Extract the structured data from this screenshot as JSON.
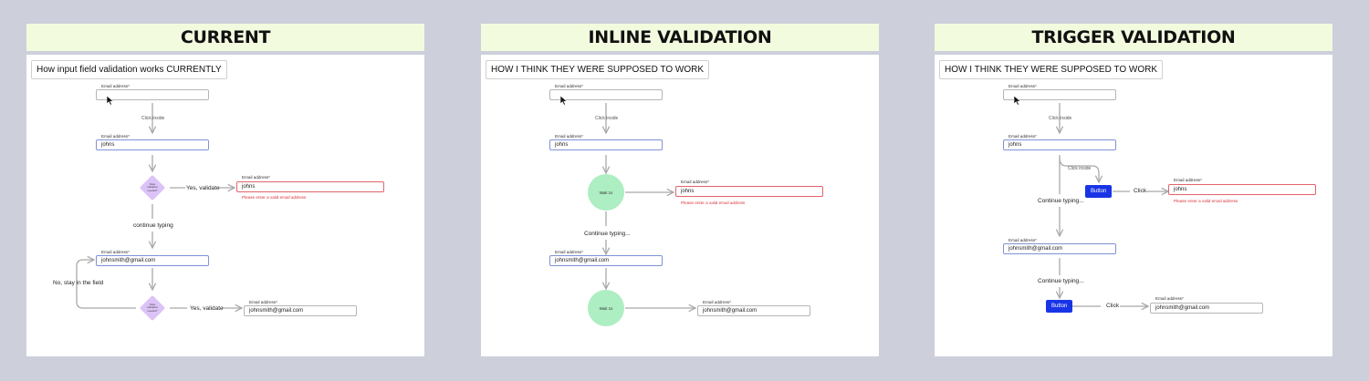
{
  "panels": {
    "current": {
      "heading": "CURRENT",
      "frame_title": "How input field validation works CURRENTLY",
      "field_label": "Email address*",
      "step1_value": "",
      "caption_click_inside": "Click inside",
      "step2_value": "johns",
      "diamond_text": "Data\nvalidation\nneeded?",
      "caption_yes_1": "Yes, validate",
      "error_value": "johns",
      "error_message": "Please enter a valid email address",
      "caption_continue": "continue typing",
      "step3_value": "johnsmith@gmail.com",
      "caption_no_stay": "No, stay in the field",
      "caption_yes_2": "Yes, validate",
      "final_value": "johnsmith@gmail.com"
    },
    "inline": {
      "heading": "INLINE VALIDATION",
      "frame_title": "HOW I THINK THEY WERE SUPPOSED TO WORK",
      "field_label": "Email address*",
      "step1_value": "",
      "caption_click_inside": "Click inside",
      "step2_value": "johns",
      "wait_label": "Wait 1s",
      "error_value": "johns",
      "error_message": "Please enter a valid email address",
      "caption_continue": "Continue typing...",
      "step3_value": "johnsmith@gmail.com",
      "final_value": "johnsmith@gmail.com"
    },
    "trigger": {
      "heading": "TRIGGER VALIDATION",
      "frame_title": "HOW I THINK THEY WERE SUPPOSED TO WORK",
      "field_label": "Email address*",
      "step1_value": "",
      "caption_click_inside": "Click inside",
      "step2_value": "johns",
      "button_label": "Button",
      "caption_click": "Click",
      "error_value": "johns",
      "error_message": "Please enter a valid email address",
      "caption_continue": "Continue typing...",
      "step3_value": "johnsmith@gmail.com",
      "final_value": "johnsmith@gmail.com"
    }
  },
  "icons": {
    "pointer": "mouse-pointer-icon"
  },
  "colors": {
    "page_bg": "#cdcfdb",
    "header_bg": "#f3fbdf",
    "diamond": "#dcc3f7",
    "wait_circle": "#adeec2",
    "button": "#1834e6",
    "error": "#d9343b",
    "focus_border": "#7f93d6"
  }
}
